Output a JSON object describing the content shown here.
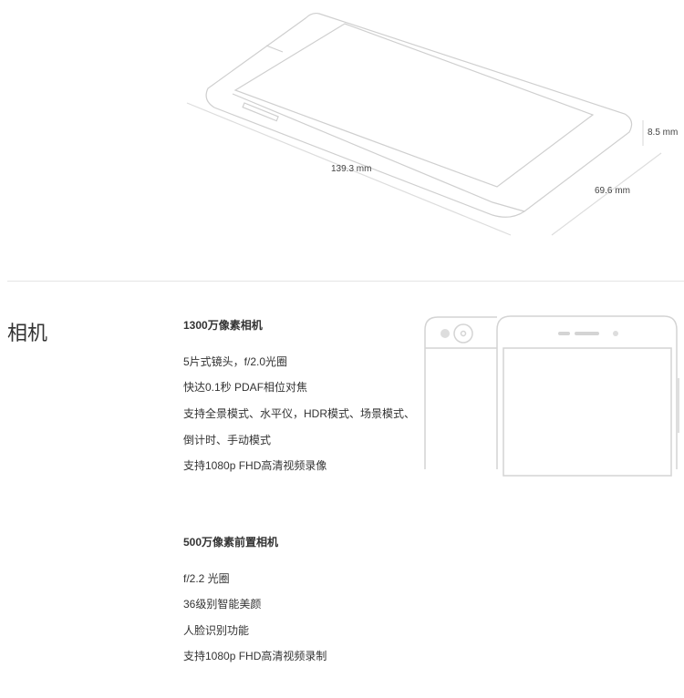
{
  "dimensions": {
    "length": "139.3 mm",
    "width": "69.6 mm",
    "thickness": "8.5 mm"
  },
  "section": {
    "title": "相机"
  },
  "rear_camera": {
    "heading": "1300万像素相机",
    "features": [
      "5片式镜头，f/2.0光圈",
      "快达0.1秒 PDAF相位对焦",
      "支持全景模式、水平仪，HDR模式、场景模式、",
      "倒计时、手动模式",
      "支持1080p FHD高清视频录像"
    ]
  },
  "front_camera": {
    "heading": "500万像素前置相机",
    "features": [
      "f/2.2 光圈",
      "36级别智能美颜",
      "人脸识别功能",
      "支持1080p FHD高清视频录制"
    ]
  }
}
